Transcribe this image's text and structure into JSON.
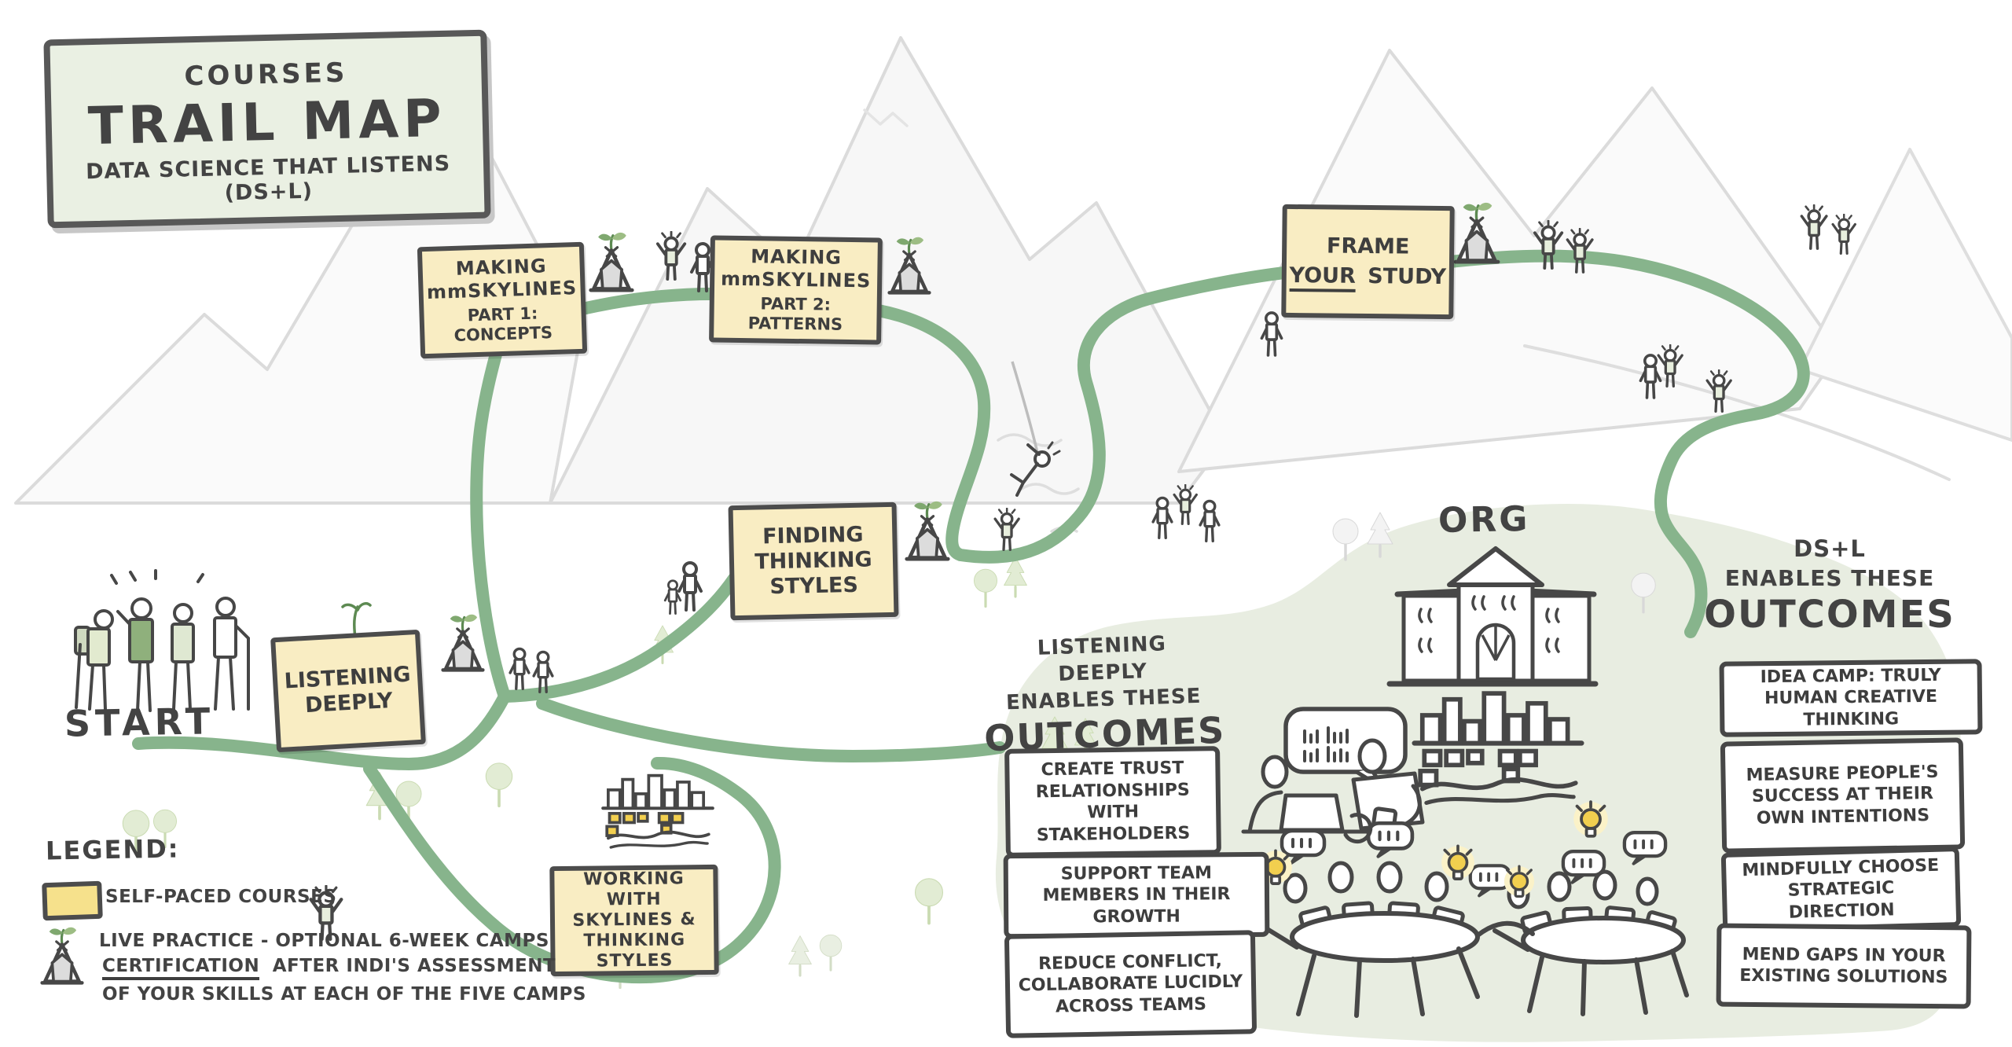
{
  "sign": {
    "eyebrow": "COURSES",
    "title": "TRAIL MAP",
    "subtitle": "DATA SCIENCE THAT LISTENS (DS+L)"
  },
  "start": {
    "label": "START"
  },
  "org": {
    "label": "ORG"
  },
  "courses": {
    "making_part1": {
      "line1": "MAKING",
      "line2": "mmSKYLINES",
      "line3": "PART 1: CONCEPTS"
    },
    "making_part2": {
      "line1": "MAKING",
      "line2": "mmSKYLINES",
      "line3": "PART 2: PATTERNS"
    },
    "frame_your_study": {
      "line1": "FRAME",
      "underlined_word": "YOUR",
      "line2_rest": "STUDY"
    },
    "finding_thinking_styles": {
      "line1": "FINDING",
      "line2": "THINKING",
      "line3": "STYLES"
    },
    "listening_deeply": {
      "line1": "LISTENING",
      "line2": "DEEPLY"
    },
    "working_with_skylines": {
      "line1": "WORKING WITH",
      "line2": "SKYLINES &",
      "line3": "THINKING STYLES"
    }
  },
  "legend": {
    "heading": "LEGEND:",
    "self_paced_label": "SELF-PACED COURSES",
    "live_practice_line1": "LIVE PRACTICE - OPTIONAL 6-WEEK CAMPS",
    "certification_word": "CERTIFICATION",
    "live_practice_line2_rest": "AFTER INDI'S ASSESSMENT",
    "live_practice_line3": "OF YOUR SKILLS AT EACH OF THE FIVE CAMPS"
  },
  "listening_outcomes": {
    "heading_line1": "LISTENING DEEPLY",
    "heading_line2": "ENABLES THESE",
    "heading_word": "OUTCOMES",
    "items": [
      "CREATE TRUST RELATIONSHIPS WITH STAKEHOLDERS",
      "SUPPORT TEAM MEMBERS IN THEIR GROWTH",
      "REDUCE CONFLICT, COLLABORATE LUCIDLY ACROSS TEAMS"
    ]
  },
  "dstl_outcomes": {
    "heading_line1": "DS+L",
    "heading_line2": "ENABLES THESE",
    "heading_word": "OUTCOMES",
    "items": [
      "IDEA CAMP: TRULY HUMAN CREATIVE THINKING",
      "MEASURE PEOPLE'S SUCCESS AT THEIR OWN INTENTIONS",
      "MINDFULLY CHOOSE STRATEGIC DIRECTION",
      "MEND GAPS IN YOUR EXISTING SOLUTIONS"
    ]
  },
  "colors": {
    "trail_green": "#87b48c",
    "course_box_fill": "#f9edc3",
    "legend_swatch_yellow": "#f6e18c",
    "sign_fill": "#eaf0e3",
    "outcome_blob_fill": "#e8ede1",
    "ink": "#474747",
    "lightbulb_yellow": "#f2cf4f"
  },
  "icon_names": [
    "camp-tent-icon",
    "sprout-icon",
    "cheering-person-icon",
    "standing-person-icon",
    "round-tree-icon",
    "pine-tree-icon",
    "lightbulb-icon",
    "speech-bubble-icon",
    "org-building-icon",
    "skyline-chart-icon",
    "mountains-illustration",
    "trail-path",
    "hikers-group-illustration",
    "climber-icon",
    "meeting-tables-illustration",
    "people-at-laptops-illustration"
  ]
}
